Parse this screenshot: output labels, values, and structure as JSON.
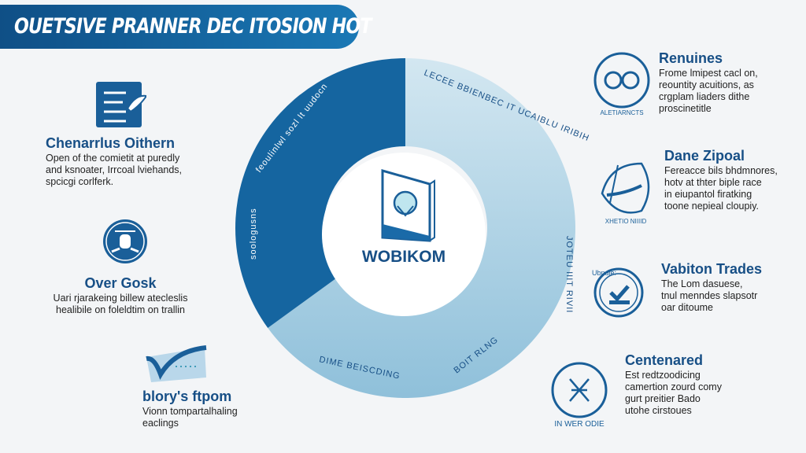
{
  "title": "OUETSIVE PRANNER DEC ITOSION HOT",
  "colors": {
    "dark": "#1565a0",
    "light": "#a9cfe3",
    "text": "#174f86"
  },
  "donut": {
    "center_label": "WOBIKOM",
    "segments": [
      {
        "name": "dark",
        "share": 0.35,
        "labels": [
          "feoulinlwl sozl lt uudocn",
          "soologusns"
        ]
      },
      {
        "name": "light",
        "share": 0.65,
        "labels": [
          "LECEE BBIENBEC IT UCAIBLU IRIBIH",
          "JOTEU IIIT RIVII",
          "DIME BEISCDING",
          "BOIT RLNG"
        ]
      }
    ]
  },
  "left_items": [
    {
      "title": "Chenarrlus Oithern",
      "lines": [
        "Open of the comietit at puredly",
        "and ksnoater, Irrcoal lviehands,",
        "spcicgi corlferk."
      ],
      "icon": "document-list-icon"
    },
    {
      "title": "Over Gosk",
      "lines": [
        "Uari rjarakeing billew atecleslis",
        "healibile on foleldtim on trallin"
      ],
      "icon": "ship-wheel-icon"
    },
    {
      "title": "blory's ftpom",
      "lines": [
        "Vionn tompartalhaling",
        "eaclings"
      ],
      "icon": "checkmark-card-icon"
    }
  ],
  "right_items": [
    {
      "title": "Renuines",
      "lines": [
        "Frome lmipest cacl on,",
        "reountity acuitions, as",
        "crgplam liaders dithe",
        "proscinetitle"
      ],
      "icon": "glasses-badge-icon",
      "badge_text": "ALETIARNCTS"
    },
    {
      "title": "Dane Zipoal",
      "lines": [
        "Fereacce bils bhdmnores,",
        "hotv at thter biple race",
        "in eiupantol firatking",
        "toone nepieal cloupiy."
      ],
      "icon": "boat-badge-icon",
      "badge_text": "XHETIO NIIIID"
    },
    {
      "title": "Vabiton Trades",
      "lines": [
        "The Lom dasuese,",
        "tnul menndes slapsotr",
        "oar ditoume"
      ],
      "icon": "checkmark-badge-icon",
      "badge_text": "Ubndle:"
    },
    {
      "title": "Centenared",
      "lines": [
        "Est redtzoodicing",
        "camertion zourd comy",
        "gurt preitier Bado",
        "utohe cirstoues"
      ],
      "icon": "dna-badge-icon",
      "badge_text": "IN WER ODIE"
    }
  ]
}
